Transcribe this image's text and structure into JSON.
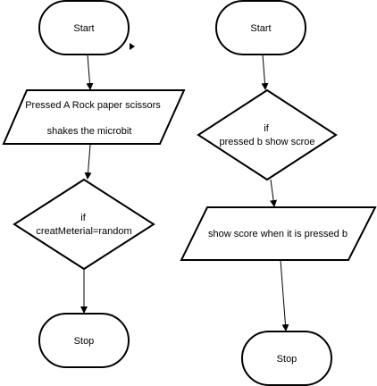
{
  "flowchart_left": {
    "start": "Start",
    "input_line1": "Pressed  A Rock paper scissors",
    "input_line2": "shakes the microbit",
    "decision_line1": "if",
    "decision_line2": "creatMeterial=random",
    "stop": "Stop"
  },
  "flowchart_right": {
    "start": "Start",
    "decision_line1": "if",
    "decision_line2": "pressed b show scroe",
    "output": "show score when it is pressed b",
    "stop": "Stop"
  },
  "colors": {
    "stroke": "#000000",
    "fill": "#ffffff"
  }
}
